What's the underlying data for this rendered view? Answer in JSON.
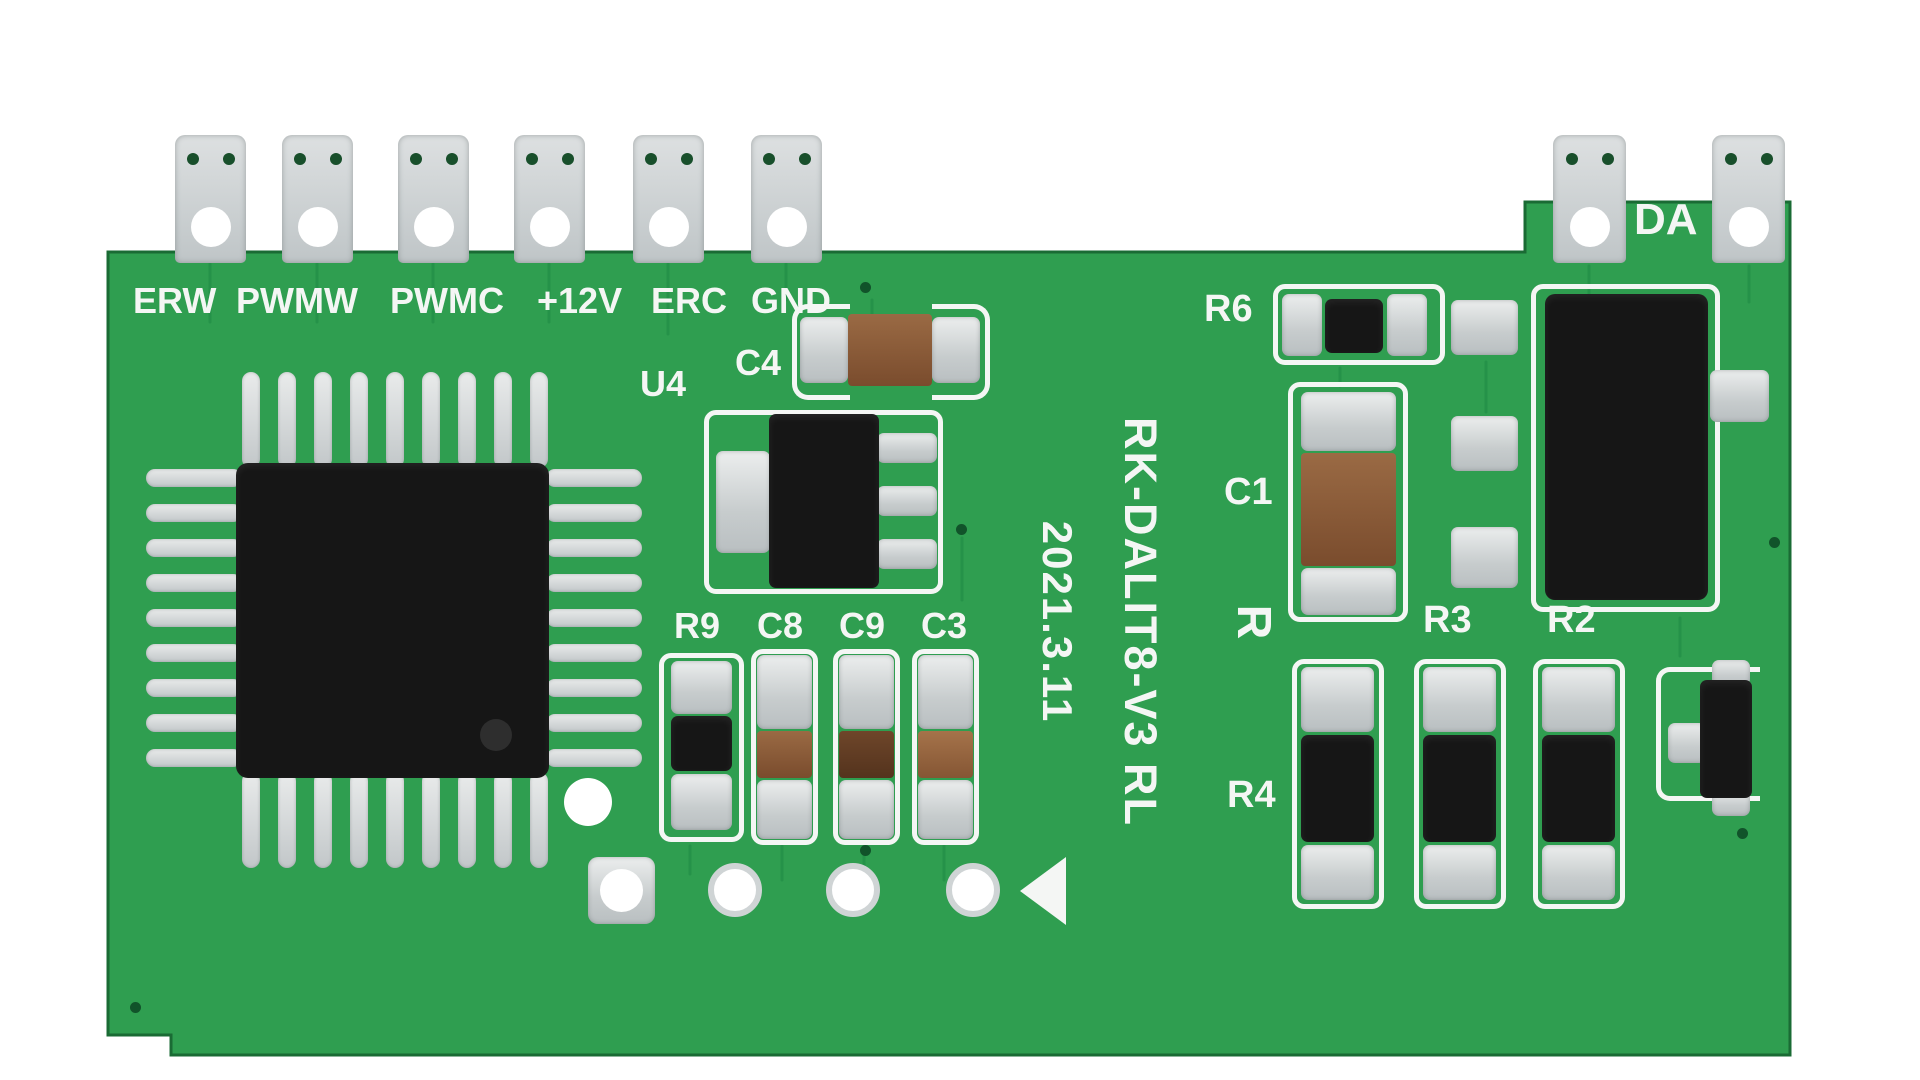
{
  "colors": {
    "board_green": "#2f9e50",
    "trace_green": "#1f8a45",
    "silkscreen_white": "#f4f6f4",
    "pad_silver": "#d4d8d9",
    "component_black": "#161616",
    "capacitor_brown": "#8a5a38"
  },
  "terminals": {
    "left_labels": [
      "ERW",
      "PWMW",
      "PWMC",
      "+12V",
      "ERC",
      "GND"
    ],
    "right_label": "DA"
  },
  "silkscreen": {
    "model": "RK-DALIT8-V3 RL",
    "date": "2021.3.11"
  },
  "refs": {
    "u4": "U4",
    "c4": "C4",
    "r9": "R9",
    "c8": "C8",
    "c9": "C9",
    "c3": "C3",
    "r6": "R6",
    "c1": "C1",
    "r_partial": "R",
    "r3": "R3",
    "r2": "R2",
    "r4": "R4"
  }
}
